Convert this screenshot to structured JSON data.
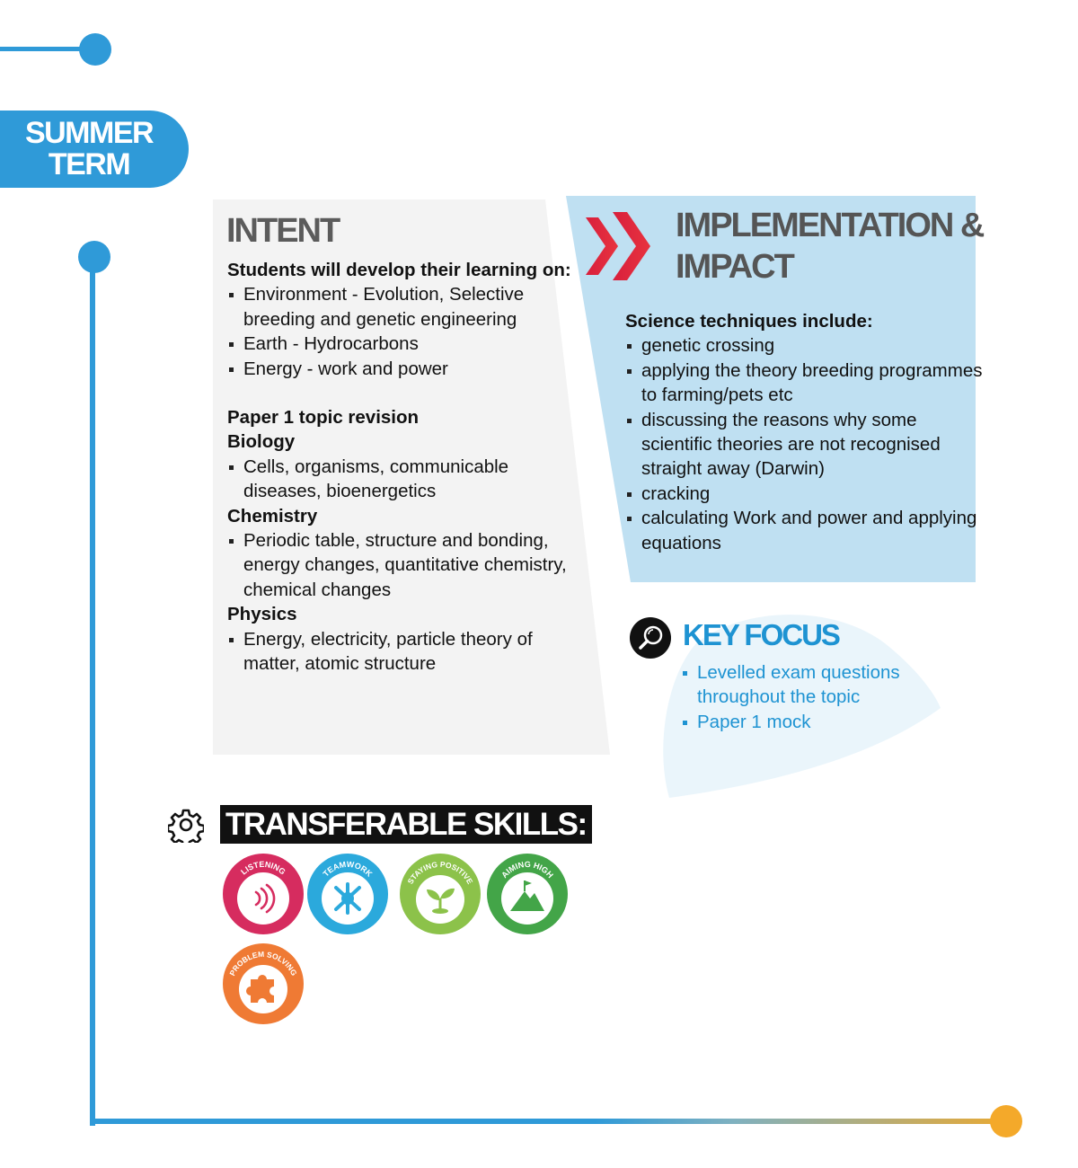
{
  "term": {
    "line1": "SUMMER",
    "line2": "TERM"
  },
  "intent": {
    "title": "INTENT",
    "intro": "Students will develop their learning on:",
    "items": [
      "Environment - Evolution, Selective breeding and genetic engineering",
      "Earth - Hydrocarbons",
      "Energy - work and power"
    ],
    "revision_heading": "Paper 1 topic revision",
    "biology": {
      "heading": "Biology",
      "items": [
        "Cells, organisms, communicable diseases, bioenergetics"
      ]
    },
    "chemistry": {
      "heading": "Chemistry",
      "items": [
        "Periodic table, structure and bonding, energy changes, quantitative chemistry, chemical changes"
      ]
    },
    "physics": {
      "heading": "Physics",
      "items": [
        "Energy, electricity, particle theory of matter, atomic structure"
      ]
    }
  },
  "implementation": {
    "title_line1": "IMPLEMENTATION &",
    "title_line2": "IMPACT",
    "intro": "Science techniques include:",
    "items": [
      "genetic crossing",
      "applying the theory breeding programmes to farming/pets etc",
      "discussing the reasons why some scientific theories are not recognised straight away (Darwin)",
      "cracking",
      "calculating Work and power and applying equations"
    ]
  },
  "key_focus": {
    "title": "KEY FOCUS",
    "items": [
      "Levelled exam questions throughout the topic",
      "Paper 1 mock"
    ]
  },
  "skills": {
    "title": "TRANSFERABLE SKILLS:",
    "badges": [
      {
        "label": "LISTENING",
        "icon": "sound-waves-icon",
        "color": "#d62c5f"
      },
      {
        "label": "TEAMWORK",
        "icon": "people-network-icon",
        "color": "#2ba9dc"
      },
      {
        "label": "STAYING POSITIVE",
        "icon": "plant-icon",
        "color": "#8cc24a"
      },
      {
        "label": "AIMING HIGH",
        "icon": "mountain-flag-icon",
        "color": "#43a548"
      },
      {
        "label": "PROBLEM SOLVING",
        "icon": "puzzle-piece-icon",
        "color": "#ef7a34"
      }
    ]
  },
  "colors": {
    "timeline": "#2f9ad8",
    "accent_orange": "#f4a92a",
    "intent_bg": "#f3f3f3",
    "impl_bg": "#bfe0f2",
    "key_focus": "#1e93d2"
  }
}
